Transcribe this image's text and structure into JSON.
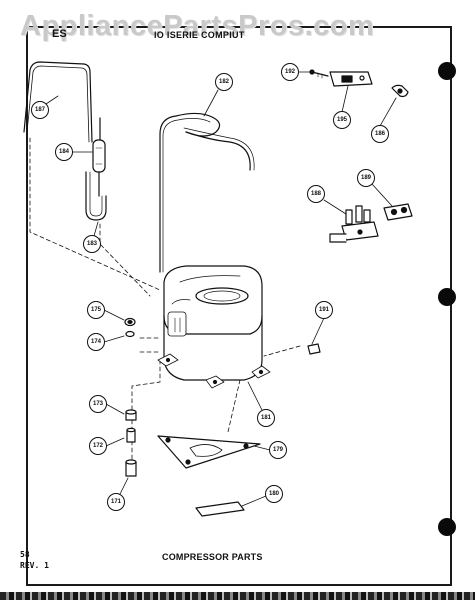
{
  "watermark": "AppliancePartsPros.com",
  "header": {
    "code": "ES",
    "title": "IO ISERIE COMPIUT"
  },
  "footer": {
    "page": "58",
    "rev": "REV. 1",
    "title": "COMPRESSOR PARTS"
  },
  "callouts": [
    {
      "id": "187",
      "label": "187"
    },
    {
      "id": "184",
      "label": "184"
    },
    {
      "id": "183",
      "label": "183"
    },
    {
      "id": "182",
      "label": "182"
    },
    {
      "id": "192",
      "label": "192"
    },
    {
      "id": "195",
      "label": "195"
    },
    {
      "id": "186",
      "label": "186"
    },
    {
      "id": "188",
      "label": "188"
    },
    {
      "id": "189",
      "label": "189"
    },
    {
      "id": "175",
      "label": "175"
    },
    {
      "id": "174",
      "label": "174"
    },
    {
      "id": "191",
      "label": "191"
    },
    {
      "id": "181",
      "label": "181"
    },
    {
      "id": "173",
      "label": "173"
    },
    {
      "id": "172",
      "label": "172"
    },
    {
      "id": "171",
      "label": "171"
    },
    {
      "id": "179",
      "label": "179"
    },
    {
      "id": "180",
      "label": "180"
    }
  ]
}
